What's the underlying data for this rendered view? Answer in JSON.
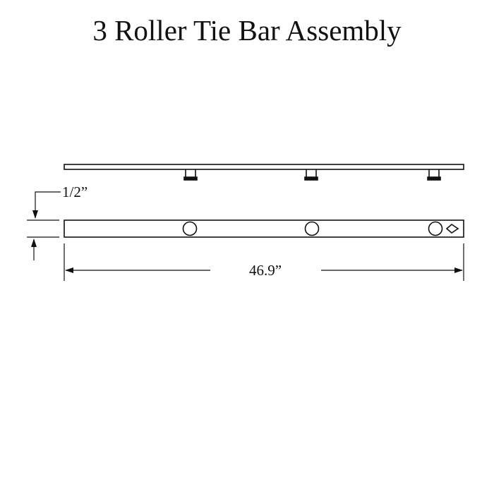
{
  "title": "3 Roller Tie Bar Assembly",
  "dimensions": {
    "thickness": "1/2”",
    "length": "46.9”"
  },
  "colors": {
    "line": "#111111",
    "background": "#ffffff"
  }
}
